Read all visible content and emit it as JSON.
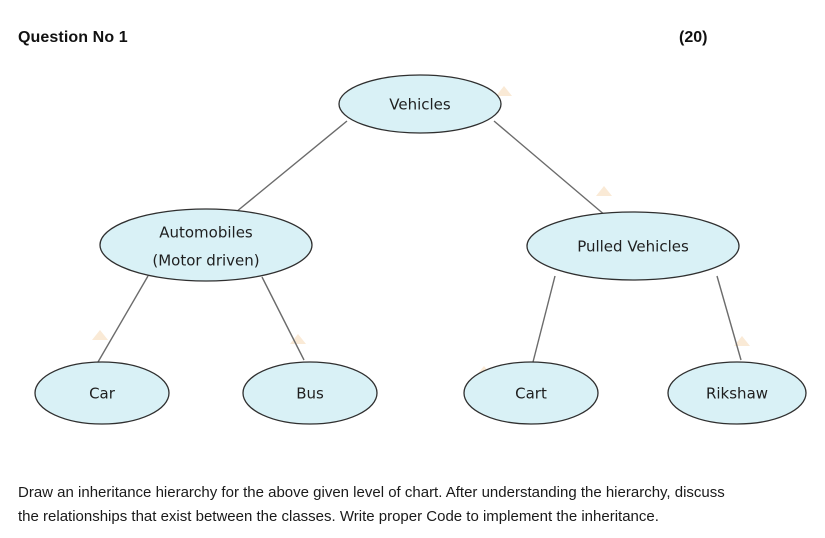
{
  "question": {
    "title": "Question No 1",
    "marks": "(20)"
  },
  "diagram": {
    "nodes": {
      "vehicles": "Vehicles",
      "automobiles_line1": "Automobiles",
      "automobiles_line2": "(Motor driven)",
      "pulled_vehicles": "Pulled Vehicles",
      "car": "Car",
      "bus": "Bus",
      "cart": "Cart",
      "rikshaw": "Rikshaw"
    },
    "colors": {
      "node_fill": "#d9f1f6",
      "node_stroke": "#2f2f2f",
      "connector": "#6b6b6b"
    }
  },
  "instructions": {
    "line1": "Draw an inheritance hierarchy for the above given level of chart. After understanding the hierarchy, discuss",
    "line2": "the relationships that exist between the classes. Write proper Code to implement the inheritance."
  }
}
